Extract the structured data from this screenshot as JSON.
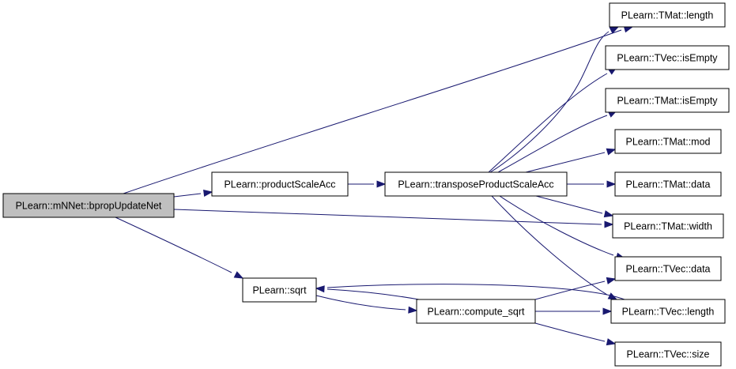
{
  "graph": {
    "colors": {
      "edge": "#191970",
      "node_fill": "#ffffff",
      "root_fill": "#bfbfbf",
      "border": "#000000"
    },
    "nodes": [
      {
        "id": "root",
        "label": "PLearn::mNNet::bpropUpdateNet",
        "root": true
      },
      {
        "id": "productScaleAcc",
        "label": "PLearn::productScaleAcc"
      },
      {
        "id": "transposeProductScaleAcc",
        "label": "PLearn::transposeProductScaleAcc"
      },
      {
        "id": "sqrt",
        "label": "PLearn::sqrt"
      },
      {
        "id": "compute_sqrt",
        "label": "PLearn::compute_sqrt"
      },
      {
        "id": "tmat_length",
        "label": "PLearn::TMat::length"
      },
      {
        "id": "tvec_isEmpty",
        "label": "PLearn::TVec::isEmpty"
      },
      {
        "id": "tmat_isEmpty",
        "label": "PLearn::TMat::isEmpty"
      },
      {
        "id": "tmat_mod",
        "label": "PLearn::TMat::mod"
      },
      {
        "id": "tmat_data",
        "label": "PLearn::TMat::data"
      },
      {
        "id": "tmat_width",
        "label": "PLearn::TMat::width"
      },
      {
        "id": "tvec_data",
        "label": "PLearn::TVec::data"
      },
      {
        "id": "tvec_length",
        "label": "PLearn::TVec::length"
      },
      {
        "id": "tvec_size",
        "label": "PLearn::TVec::size"
      }
    ],
    "edges": [
      {
        "from": "root",
        "to": "tmat_length"
      },
      {
        "from": "root",
        "to": "productScaleAcc"
      },
      {
        "from": "root",
        "to": "tmat_width"
      },
      {
        "from": "root",
        "to": "sqrt"
      },
      {
        "from": "productScaleAcc",
        "to": "transposeProductScaleAcc"
      },
      {
        "from": "transposeProductScaleAcc",
        "to": "tmat_length"
      },
      {
        "from": "transposeProductScaleAcc",
        "to": "tvec_isEmpty"
      },
      {
        "from": "transposeProductScaleAcc",
        "to": "tmat_isEmpty"
      },
      {
        "from": "transposeProductScaleAcc",
        "to": "tmat_mod"
      },
      {
        "from": "transposeProductScaleAcc",
        "to": "tmat_data"
      },
      {
        "from": "transposeProductScaleAcc",
        "to": "tmat_width"
      },
      {
        "from": "transposeProductScaleAcc",
        "to": "tvec_data"
      },
      {
        "from": "transposeProductScaleAcc",
        "to": "tvec_length"
      },
      {
        "from": "sqrt",
        "to": "compute_sqrt"
      },
      {
        "from": "compute_sqrt",
        "to": "sqrt"
      },
      {
        "from": "compute_sqrt",
        "to": "tvec_data"
      },
      {
        "from": "compute_sqrt",
        "to": "tvec_length"
      },
      {
        "from": "compute_sqrt",
        "to": "tvec_size"
      }
    ]
  }
}
